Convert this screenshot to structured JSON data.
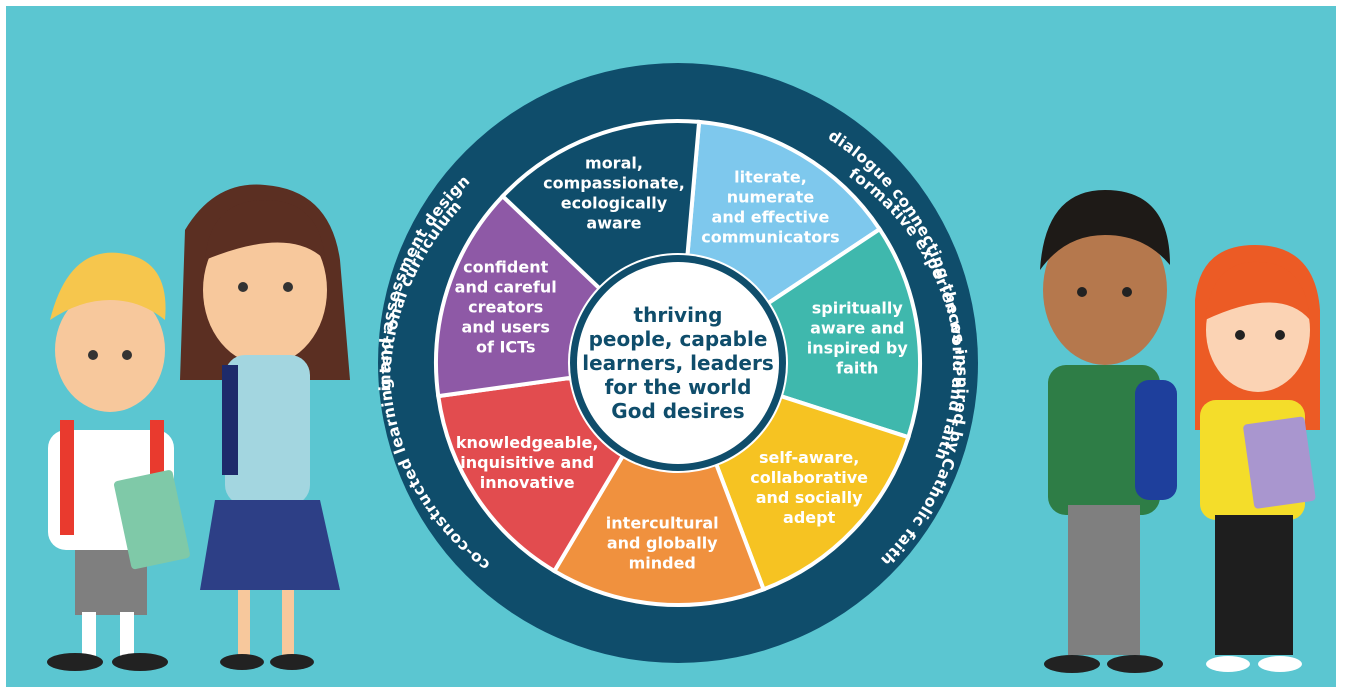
{
  "wheel": {
    "center_lines": [
      "thriving",
      "people, capable",
      "learners, leaders",
      "for the world",
      "God desires"
    ],
    "segments": [
      {
        "lines": [
          "literate,",
          "numerate",
          "and effective",
          "communicators"
        ],
        "color": "#7ec8ed"
      },
      {
        "lines": [
          "spiritually",
          "aware and",
          "inspired by",
          "faith"
        ],
        "color": "#3fb8ad"
      },
      {
        "lines": [
          "self-aware,",
          "collaborative",
          "and socially",
          "adept"
        ],
        "color": "#f6c322"
      },
      {
        "lines": [
          "intercultural",
          "and globally",
          "minded"
        ],
        "color": "#f0913e"
      },
      {
        "lines": [
          "knowledgeable,",
          "inquisitive and",
          "innovative"
        ],
        "color": "#e24c4f"
      },
      {
        "lines": [
          "confident",
          "and careful",
          "creators",
          "and users",
          "of ICTs"
        ],
        "color": "#8e59a6"
      },
      {
        "lines": [
          "moral,",
          "compassionate,",
          "ecologically",
          "aware"
        ],
        "color": "#0f4d6b"
      }
    ],
    "ring_left_outer": "intentional curriculum",
    "ring_left_inner": "co-constructed learning and assessment design",
    "ring_right_outer": "dialogue connecting the world and faith",
    "ring_right_inner": "formative experiences inspired by Catholic faith",
    "colors": {
      "background": "#5bc6d1",
      "ring": "#0f4d6b",
      "center_fill": "#ffffff"
    }
  }
}
